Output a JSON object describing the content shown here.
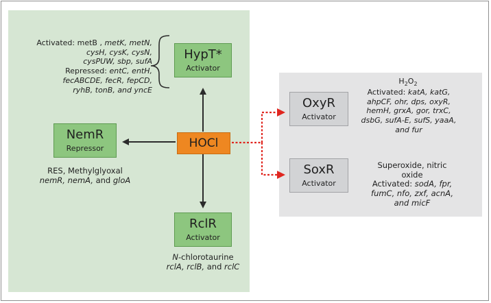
{
  "colors": {
    "green_panel": "#d6e6d3",
    "gray_panel": "#e4e4e5",
    "green_box": "#8dc67f",
    "gray_box": "#d2d3d5",
    "hocl_box": "#ee8721",
    "arrow_black": "#2b2b2b",
    "arrow_red": "#e0261f"
  },
  "center": {
    "name": "HOCl"
  },
  "hypt": {
    "name": "HypT*",
    "role": "Activator",
    "activated_label": "Activated:",
    "activated_line1_plain": "metB ,",
    "activated_line1_italic": "metK, metN,",
    "activated_line2": "cysH, cysK, cysN,",
    "activated_line3": "cysPUW, sbp, sufA",
    "repressed_label": "Repressed:",
    "repressed_line1": "entC, entH,",
    "repressed_line2": "fecABCDE, fecR, fepCD,",
    "repressed_line3": "ryhB, tonB,  and yncE"
  },
  "nemr": {
    "name": "NemR",
    "role": "Repressor",
    "line1": "RES, Methylglyoxal",
    "line2_a": "nemR, nemA,",
    "line2_b": "and",
    "line2_c": "gloA"
  },
  "rclr": {
    "name": "RclR",
    "role": "Activator",
    "line1_italic": "N",
    "line1_rest": "-chlorotaurine",
    "line2_a": "rclA, rclB,",
    "line2_b": "and",
    "line2_c": "rclC"
  },
  "oxyr": {
    "name": "OxyR",
    "role": "Activator",
    "stimulus_main": "H",
    "stimulus_sub": "2",
    "stimulus_tail": "O",
    "stimulus_sub2": "2",
    "activated_label": "Activated:",
    "line1": "katA, katG,",
    "line2": "ahpCF, ohr, dps, oxyR,",
    "line3": "hemH, grxA, gor, trxC,",
    "line4": "dsbG, sufA-E, sufS, yaaA,",
    "line5": "and fur"
  },
  "soxr": {
    "name": "SoxR",
    "role": "Activator",
    "stimulus_line1": "Superoxide, nitric",
    "stimulus_line2": "oxide",
    "activated_label": "Activated:",
    "line1": "sodA, fpr,",
    "line2": "fumC, nfo, zxf, acnA,",
    "line3": "and micF"
  }
}
